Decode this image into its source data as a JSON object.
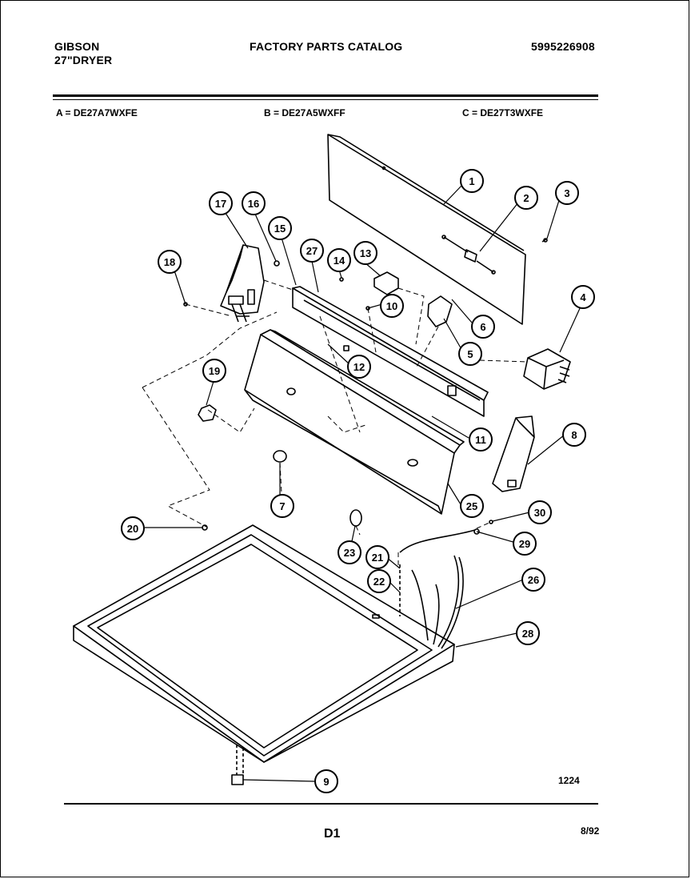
{
  "header": {
    "brand": "GIBSON",
    "product": "27\"DRYER",
    "catalog_title": "FACTORY PARTS CATALOG",
    "catalog_number": "5995226908"
  },
  "models": [
    {
      "text": "A = DE27A7WXFE"
    },
    {
      "text": "B = DE27A5WXFF"
    },
    {
      "text": "C = DE27T3WXFE"
    }
  ],
  "callouts": [
    {
      "label": "1"
    },
    {
      "label": "2"
    },
    {
      "label": "3"
    },
    {
      "label": "4"
    },
    {
      "label": "5"
    },
    {
      "label": "6"
    },
    {
      "label": "7"
    },
    {
      "label": "8"
    },
    {
      "label": "9"
    },
    {
      "label": "10"
    },
    {
      "label": "11"
    },
    {
      "label": "12"
    },
    {
      "label": "13"
    },
    {
      "label": "14"
    },
    {
      "label": "15"
    },
    {
      "label": "16"
    },
    {
      "label": "17"
    },
    {
      "label": "18"
    },
    {
      "label": "19"
    },
    {
      "label": "20"
    },
    {
      "label": "21"
    },
    {
      "label": "22"
    },
    {
      "label": "23"
    },
    {
      "label": "25"
    },
    {
      "label": "26"
    },
    {
      "label": "27"
    },
    {
      "label": "28"
    },
    {
      "label": "29"
    },
    {
      "label": "30"
    }
  ],
  "illustration_number": "1224",
  "footer": {
    "page_code": "D1",
    "date": "8/92"
  }
}
